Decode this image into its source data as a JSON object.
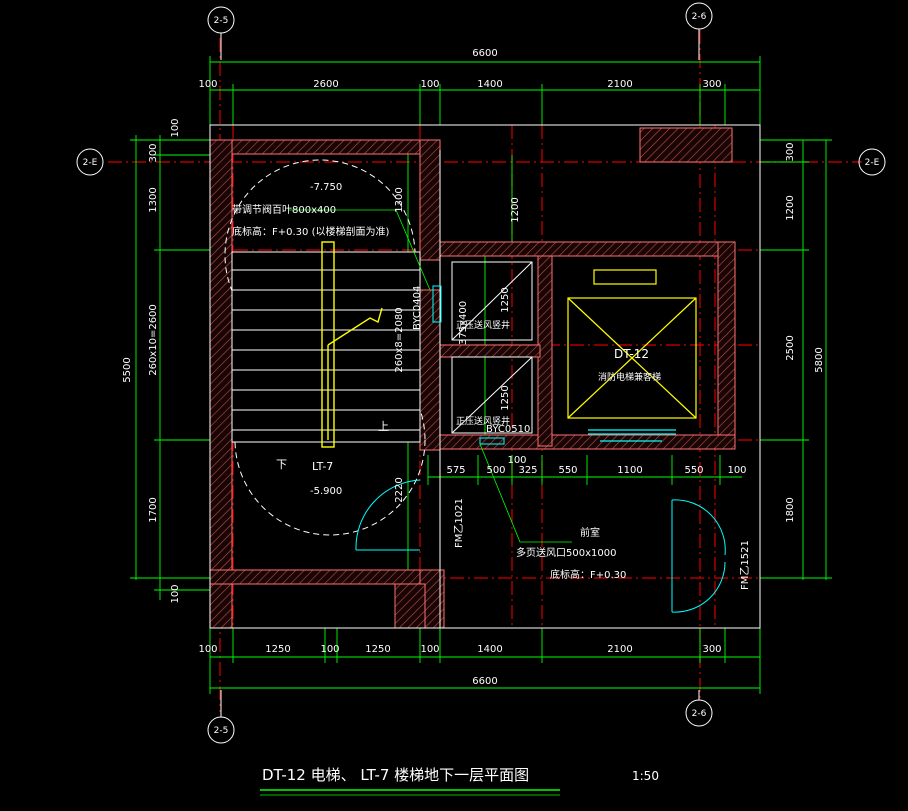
{
  "grid": {
    "left_top": "2-5",
    "right_top": "2-6",
    "left_bottom": "2-5",
    "right_bottom": "2-6",
    "row_left": "2-E",
    "row_right": "2-E"
  },
  "dims": {
    "top_total": "6600",
    "top": [
      "100",
      "2600",
      "100",
      "1400",
      "2100",
      "300"
    ],
    "bottom": [
      "100",
      "1250",
      "100",
      "1250",
      "100",
      "1400",
      "2100",
      "300"
    ],
    "bottom_total": "6600",
    "left_outer": "5500",
    "left_inner": [
      "100",
      "300",
      "1300",
      "260x10=2600",
      "1700",
      "100"
    ],
    "right_inner": [
      "300",
      "1200",
      "2500",
      "1800"
    ],
    "right_outer": "5800",
    "inner_h": [
      "575",
      "500",
      "325",
      "550",
      "1100",
      "550",
      "100"
    ],
    "mid_100": "100",
    "mid_v": [
      "1300",
      "1200",
      "1250",
      "1250",
      "2220",
      "260x8=2080"
    ]
  },
  "labels": {
    "level_top": "-7.750",
    "level_bottom": "-5.900",
    "damper": "带调节阀百叶800x400",
    "damper_bottom": "底标高：F+0.30  (以楼梯剖面为准)",
    "byc_1": "BYC0404",
    "byc_2": "BYC0510",
    "size_1": "375x400",
    "shaft_1": "正压送风竖井",
    "shaft_2": "正压送风竖井",
    "lift_code": "DT-12",
    "lift_name": "消防电梯兼客梯",
    "stair_code": "LT-7",
    "down": "下",
    "up": "上",
    "lobby": "前室",
    "door_1": "FM乙1021",
    "door_2": "FM乙1521",
    "vent": "多页送风口500x1000",
    "vent_bottom": "底标高：F+0.30",
    "title": "DT-12  电梯、    LT-7  楼梯地下一层平面图",
    "scale": "1:50"
  }
}
